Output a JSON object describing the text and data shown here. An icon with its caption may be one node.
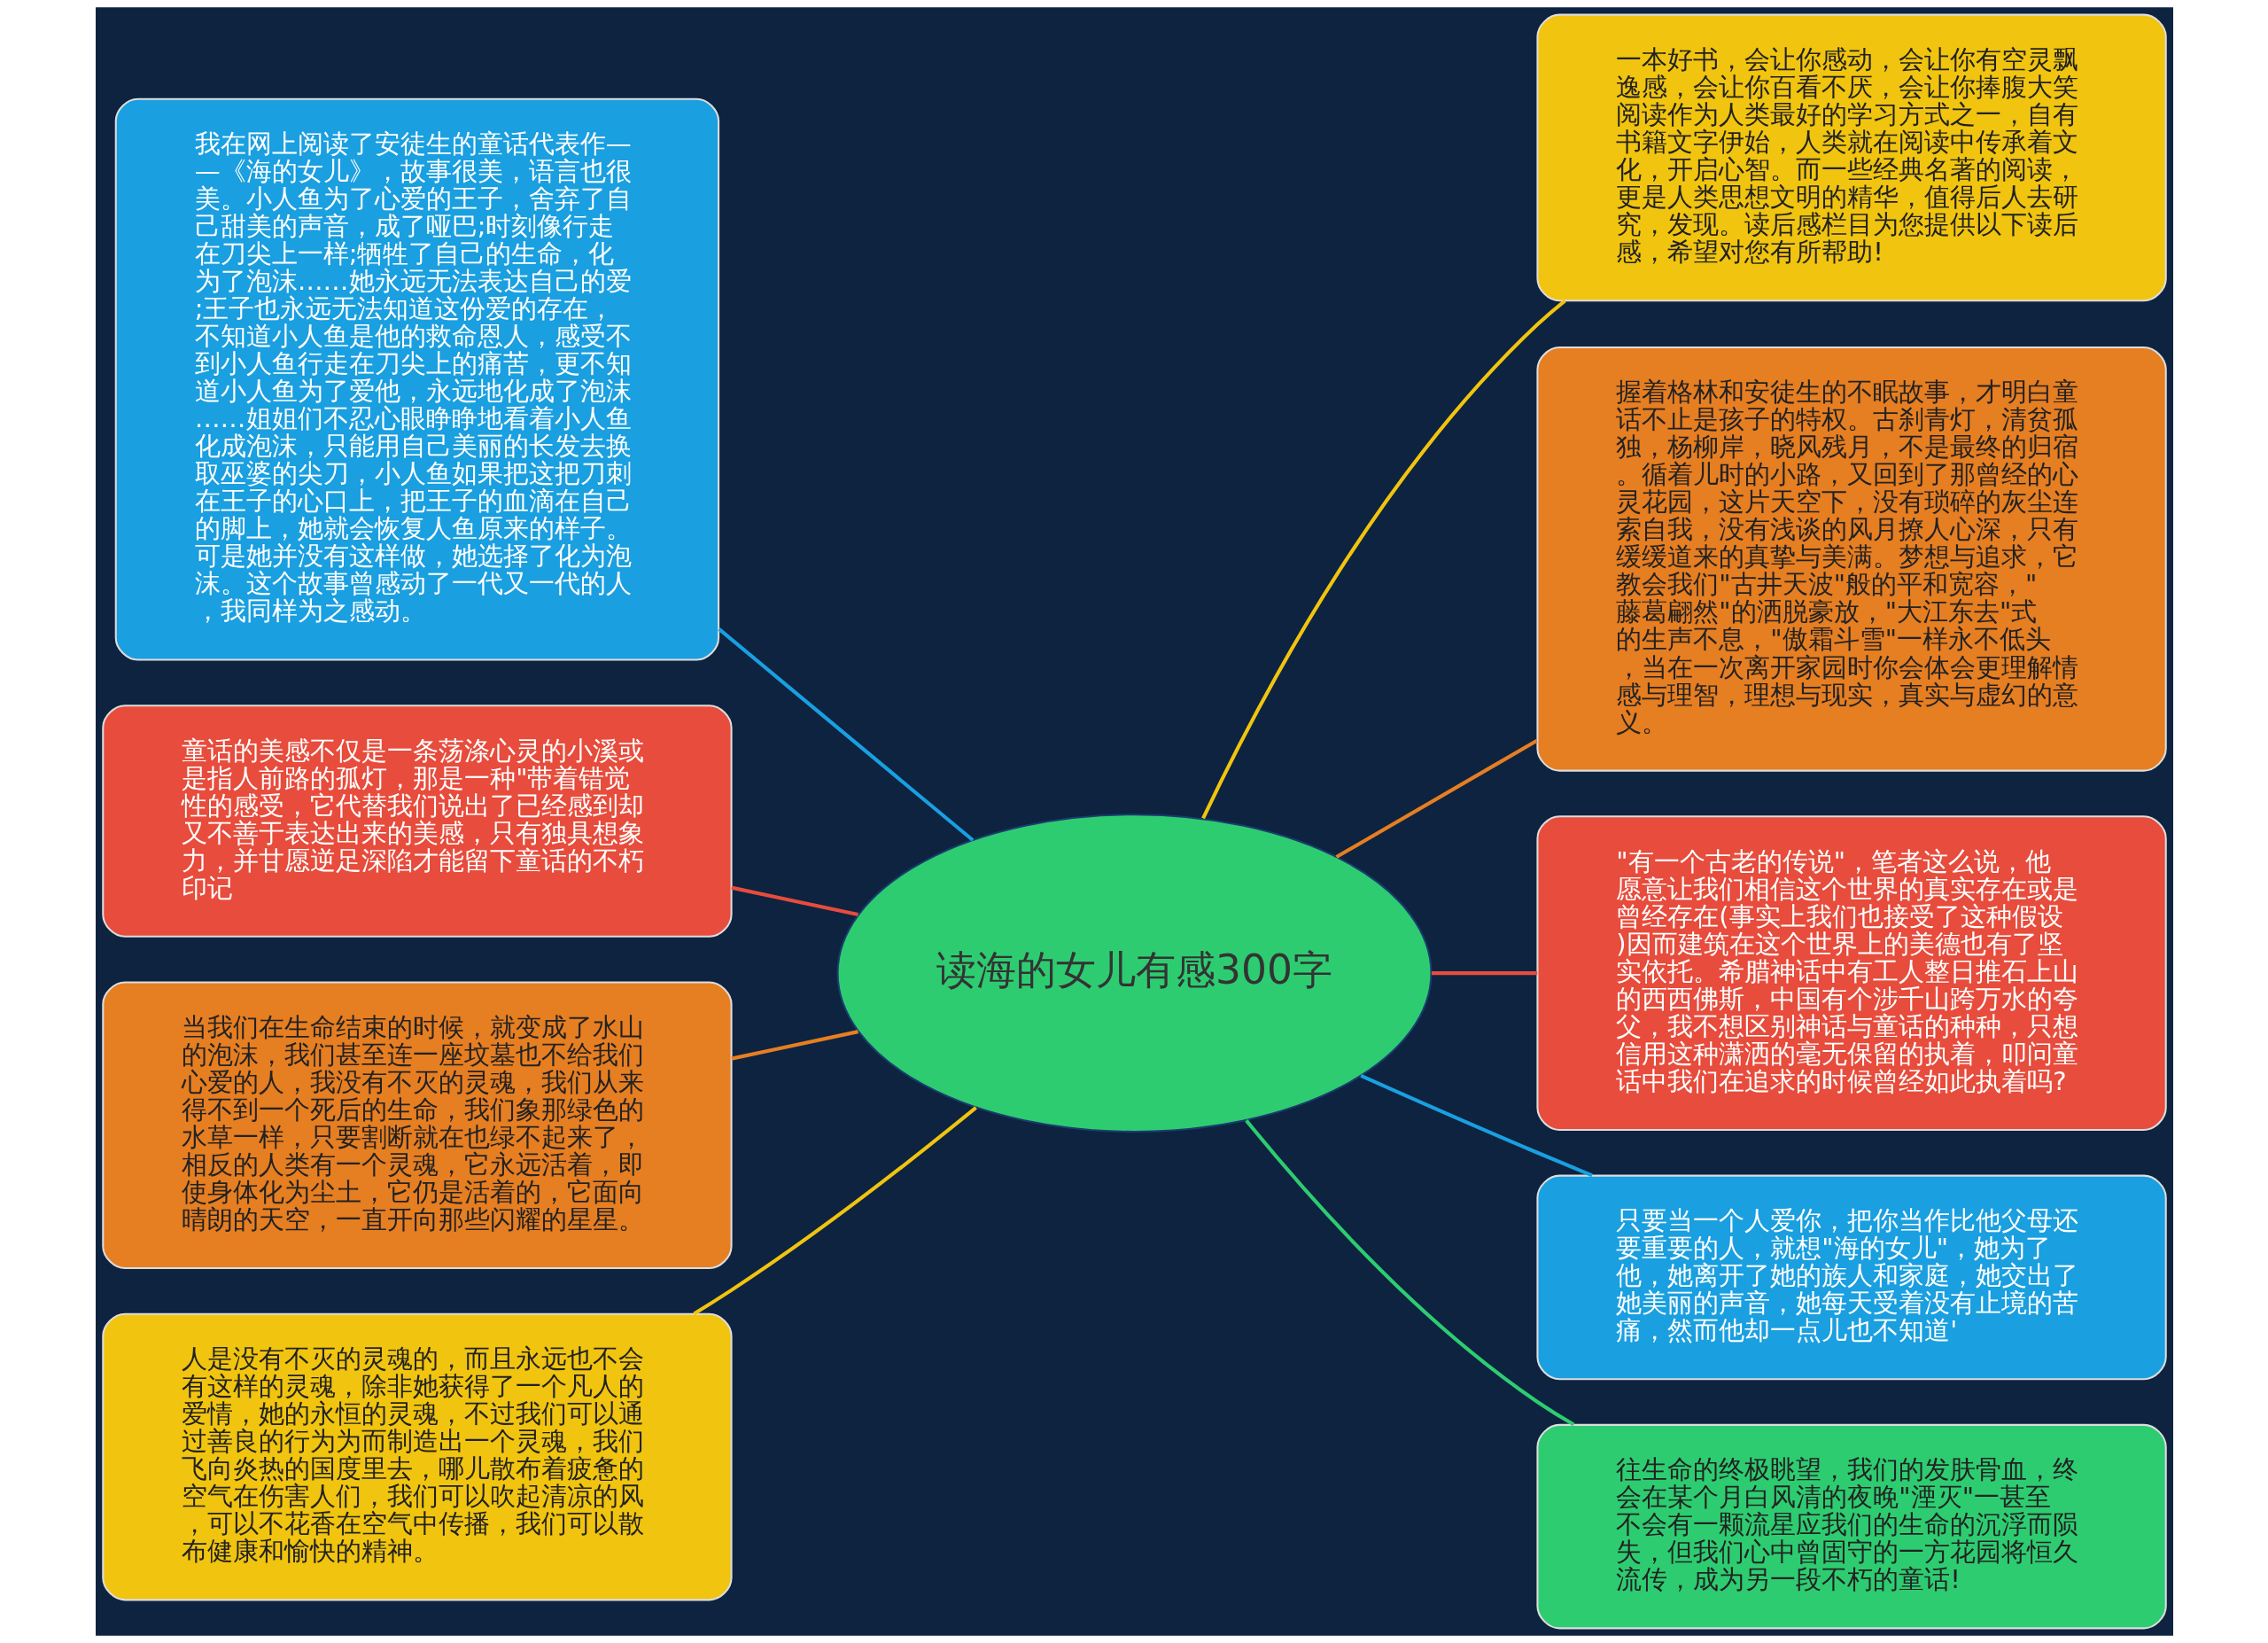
{
  "diagram": {
    "nodes": [
      {
        "text": [
          "读海的女儿有感300字"
        ]
      },
      {
        "text": [
          "我在网上阅读了安徒生的童话代表作——《海的女儿》，故事很美，语言也很美。小人鱼为了心爱的王子，舍弃了自己甜美的声音，成了哑巴;时刻像行走在刀尖上一样;牺牲了自己的生命，化为了泡沫……她永远无法表达自己的爱;王子也永远无法知道这份爱的存在，不知道小人鱼是他的救命恩人，感受不到小人鱼行走在刀尖上的痛苦，更不知道小人鱼为了爱他，永远地化成了泡沫……姐姐们不忍心眼睁睁地看着小人鱼化成泡沫，只能用自己美丽的长发去换取巫婆的尖刀，小人鱼如果把这把刀刺在王子的心口上，把王子的血滴在自己的脚上，她就会恢复人鱼原来的样子。可是她并没有这样做，她选择了化为泡沫。这个故事曾感动了一代又一代的人，我同样为之感动。"
        ]
      },
      {
        "text": [
          "童话的美感不仅是一条荡涤心灵的小溪或是指人前路的孤灯，那是一种\"带着错觉性的感受，它代替我们说出了已经感到却又不善于表达出来的美感，只有独具想象力，并甘愿逆足深陷才能留下童话的不朽印记"
        ]
      },
      {
        "text": [
          "当我们在生命结束的时候，就变成了水山的泡沫，我们甚至连一座坟墓也不给我们心爱的人，我没有不灭的灵魂，我们从来得不到一个死后的生命，我们象那绿色的水草一样，只要割断就在也绿不起来了，相反的人类有一个灵魂，它永远活着，即使身体化为尘土，它仍是活着的，它面向晴朗的天空，一直开向那些闪耀的星星。"
        ]
      },
      {
        "text": [
          "人是没有不灭的灵魂的，而且永远也不会有这样的灵魂，除非她获得了一个凡人的爱情，她的永恒的灵魂，不过我们可以通过善良的行为为而制造出一个灵魂，我们飞向炎热的国度里去，哪儿散布着疲惫的空气在伤害人们，我们可以吹起清凉的风，可以不花香在空气中传播，我们可以散布健康和愉快的精神。"
        ]
      },
      {
        "text": [
          "一本好书，会让你感动，会让你有空灵飘逸感，会让你百看不厌，会让你捧腹大笑阅读作为人类最好的学习方式之一，自有书籍文字伊始，人类就在阅读中传承着文化，开启心智。而一些经典名著的阅读，更是人类思想文明的精华，值得后人去研究，发现。读后感栏目为您提供以下读后感，希望对您有所帮助!"
        ]
      },
      {
        "text": [
          "握着格林和安徒生的不眠故事，才明白童话不止是孩子的特权。古刹青灯，清贫孤独，杨柳岸，晓风残月，不是最终的归宿。循着儿时的小路，又回到了那曾经的心灵花园，这片天空下，没有琐碎的灰尘连索自我，没有浅谈的风月撩人心深，只有缓缓道来的真挚与美满。梦想与追求，它教会我们\"古井天波\"般的平和宽容，\"藤葛翩然\"的洒脱豪放，\"大江东去\"式的生声不息，\"傲霜斗雪\"一样永不低头，当在一次离开家园时你会体会更理解情感与理智，理想与现实，真实与虚幻的意义。"
        ]
      },
      {
        "text": [
          "\"有一个古老的传说\"，笔者这么说，他愿意让我们相信这个世界的真实存在或是曾经存在(事实上我们也接受了这种假设)因而建筑在这个世界上的美德也有了坚实依托。希腊神话中有工人整日推石上山的西西佛斯，中国有个涉千山跨万水的夸父，我不想区别神话与童话的种种，只想信用这种潇洒的毫无保留的执着，叩问童话中我们在追求的时候曾经如此执着吗?"
        ]
      },
      {
        "text": [
          "只要当一个人爱你，把你当作比他父母还要重要的人，就想\"海的女儿\"，她为了他，她离开了她的族人和家庭，她交出了她美丽的声音，她每天受着没有止境的苦痛，然而他却一点儿也不知道'"
        ]
      },
      {
        "text": [
          "往生命的终极眺望，我们的发肤骨血，终会在某个月白风清的夜晚\"湮灭\"一甚至不会有一颗流星应我们的生命的沉浮而陨失，但我们心中曾固守的一方花园将恒久流传，成为另一段不朽的童话!"
        ]
      }
    ],
    "edges": [
      {
        "from": 0,
        "to": 1,
        "arrow": "none",
        "color": "#1a9fe0"
      },
      {
        "from": 0,
        "to": 2,
        "arrow": "none",
        "color": "#e74c3c"
      },
      {
        "from": 0,
        "to": 3,
        "arrow": "none",
        "color": "#e67e22"
      },
      {
        "from": 0,
        "to": 4,
        "arrow": "none",
        "color": "#f1c40f"
      },
      {
        "from": 0,
        "to": 5,
        "arrow": "none",
        "color": "#f1c40f"
      },
      {
        "from": 0,
        "to": 6,
        "arrow": "none",
        "color": "#e67e22"
      },
      {
        "from": 0,
        "to": 7,
        "arrow": "none",
        "color": "#e74c3c"
      },
      {
        "from": 0,
        "to": 8,
        "arrow": "none",
        "color": "#1a9fe0"
      },
      {
        "from": 0,
        "to": 9,
        "arrow": "none",
        "color": "#2ecc71"
      }
    ]
  }
}
